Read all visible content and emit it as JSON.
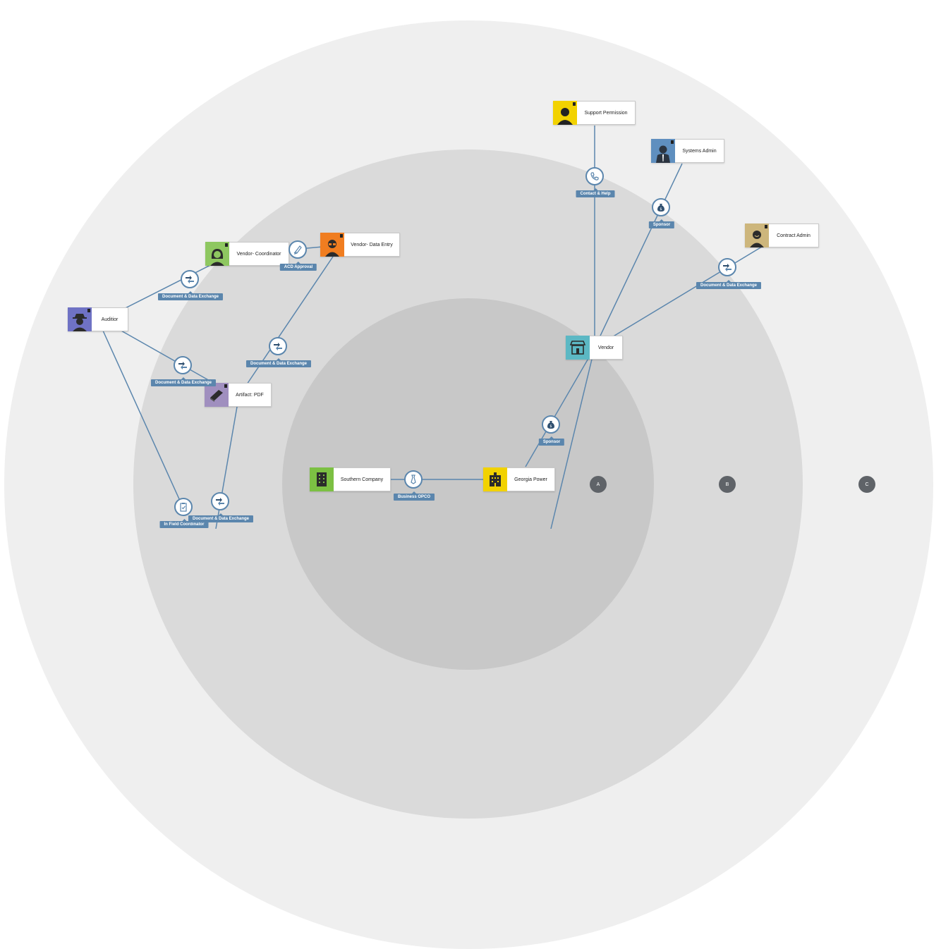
{
  "colors": {
    "ring_outer": "#efefef",
    "ring_middle": "#dadada",
    "ring_inner": "#c8c8c8",
    "link": "#5b86ad",
    "ring_marker": "#5f6368"
  },
  "ring_markers": [
    "A",
    "B",
    "C"
  ],
  "nodes": {
    "support_permission": {
      "label": "Support Permission",
      "icon": "person-yellow-icon",
      "color": "#f2d200"
    },
    "systems_admin": {
      "label": "Systems Admin",
      "icon": "businessman-icon",
      "color": "#5f8fbf"
    },
    "contract_admin": {
      "label": "Contract Admin",
      "icon": "person-smile-icon",
      "color": "#cdb67c"
    },
    "vendor_coordinator": {
      "label": "Vendor- Coordinator",
      "icon": "woman-icon",
      "color": "#8ec760"
    },
    "vendor_data_entry": {
      "label": "Vendor- Data Entry",
      "icon": "person-glasses-icon",
      "color": "#f07d20"
    },
    "auditor": {
      "label": "Auditior",
      "icon": "detective-icon",
      "color": "#6f72c4"
    },
    "artifact_pdf": {
      "label": "Artifact: PDF",
      "icon": "book-icon",
      "color": "#a08fbf"
    },
    "vendor": {
      "label": "Vendor",
      "icon": "storefront-icon",
      "color": "#5cb8c4"
    },
    "southern_company": {
      "label": "Southern Company",
      "icon": "office-building-icon",
      "color": "#7cc043"
    },
    "georgia_power": {
      "label": "Georgia Power",
      "icon": "building-icon",
      "color": "#f2d200"
    }
  },
  "connectors": {
    "contact_help": {
      "label": "Contact & Help",
      "icon": "phone-icon"
    },
    "sponsor_top": {
      "label": "Sponsor",
      "icon": "money-bag-icon"
    },
    "doc_contract": {
      "label": "Document & Data Exchange",
      "icon": "exchange-arrows-icon"
    },
    "acd_approval": {
      "label": "ACD Approval",
      "icon": "pen-icon"
    },
    "doc_coord": {
      "label": "Document & Data Exchange",
      "icon": "exchange-arrows-icon"
    },
    "doc_artifact": {
      "label": "Document & Data Exchange",
      "icon": "exchange-arrows-icon"
    },
    "doc_entry": {
      "label": "Document & Data Exchange",
      "icon": "exchange-arrows-icon"
    },
    "sponsor_bottom": {
      "label": "Sponsor",
      "icon": "money-bag-icon"
    },
    "business_opco": {
      "label": "Business OPCO",
      "icon": "tie-icon"
    },
    "in_field": {
      "label": "In Field Coordinator",
      "icon": "clipboard-icon"
    },
    "doc_bottom": {
      "label": "Document & Data Exchange",
      "icon": "exchange-arrows-icon"
    }
  }
}
